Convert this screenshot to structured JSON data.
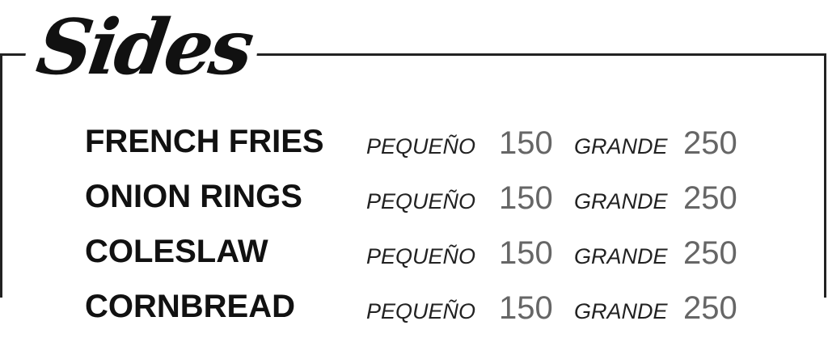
{
  "menu": {
    "title": "Sides",
    "items": [
      {
        "name": "FRENCH FRIES",
        "small_label": "PEQUEÑO",
        "small_price": "150",
        "large_label": "GRANDE",
        "large_price": "250"
      },
      {
        "name": "ONION RINGS",
        "small_label": "PEQUEÑO",
        "small_price": "150",
        "large_label": "GRANDE",
        "large_price": "250"
      },
      {
        "name": "COLESLAW",
        "small_label": "PEQUEÑO",
        "small_price": "150",
        "large_label": "GRANDE",
        "large_price": "250"
      },
      {
        "name": "CORNBREAD",
        "small_label": "PEQUEÑO",
        "small_price": "150",
        "large_label": "GRANDE",
        "large_price": "250"
      }
    ]
  },
  "colors": {
    "text": "#111111",
    "price": "#666666",
    "frame": "#222222",
    "background": "#ffffff"
  }
}
